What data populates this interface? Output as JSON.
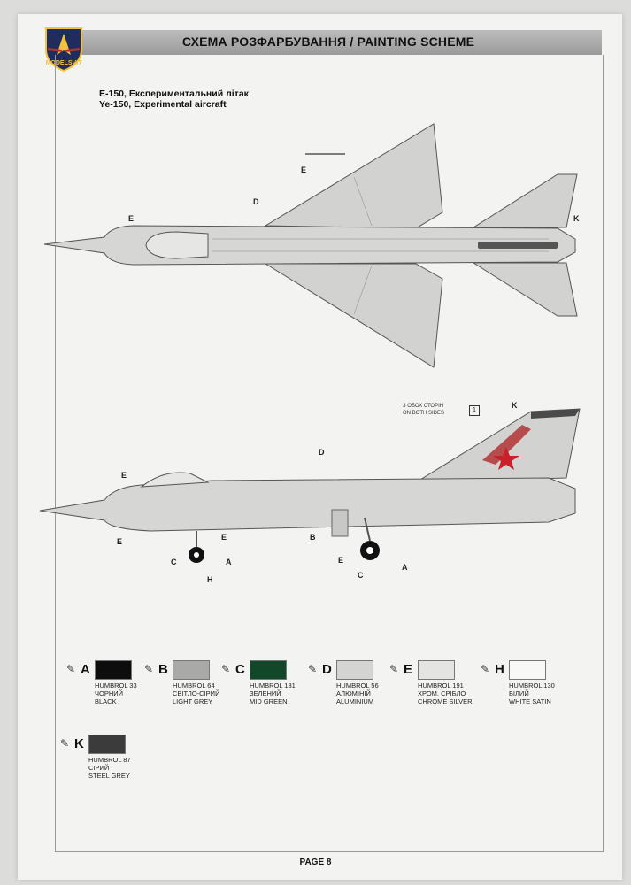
{
  "header": {
    "title": "СХЕМА РОЗФАРБУВАННЯ  / PAINTING  SCHEME",
    "logo_text": "MODELSVIT"
  },
  "subtitle": {
    "line1": "Е-150, Експериментальний літак",
    "line2": "Ye-150, Experimental aircraft"
  },
  "note": {
    "line1": "З ОБОХ СТОРІН",
    "line2": "ON BOTH SIDES",
    "box": "1"
  },
  "callouts": {
    "e": "E",
    "d": "D",
    "k": "K",
    "b": "B",
    "c": "C",
    "a": "A",
    "h": "H"
  },
  "paints": [
    {
      "letter": "A",
      "code": "HUMBROL 33",
      "name_ua": "ЧОРНИЙ",
      "name_en": "BLACK",
      "color": "#0d0d0d"
    },
    {
      "letter": "B",
      "code": "HUMBROL 64",
      "name_ua": "СВІТЛО-СІРИЙ",
      "name_en": "LIGHT GREY",
      "color": "#a9a9a8"
    },
    {
      "letter": "C",
      "code": "HUMBROL 131",
      "name_ua": "ЗЕЛЕНИЙ",
      "name_en": "MID GREEN",
      "color": "#13472a"
    },
    {
      "letter": "D",
      "code": "HUMBROL 56",
      "name_ua": "АЛЮМІНІЙ",
      "name_en": "ALUMINIUM",
      "color": "#d4d4d3"
    },
    {
      "letter": "E",
      "code": "HUMBROL 191",
      "name_ua": "ХРОМ. СРІБЛО",
      "name_en": "CHROME SILVER",
      "color": "#e4e4e3"
    },
    {
      "letter": "H",
      "code": "HUMBROL 130",
      "name_ua": "БІЛИЙ",
      "name_en": "WHITE SATIN",
      "color": "#f8f8f7"
    },
    {
      "letter": "K",
      "code": "HUMBROL 87",
      "name_ua": "СІРИЙ",
      "name_en": "STEEL GREY",
      "color": "#3b3b3c"
    }
  ],
  "footer": {
    "page": "PAGE 8"
  }
}
